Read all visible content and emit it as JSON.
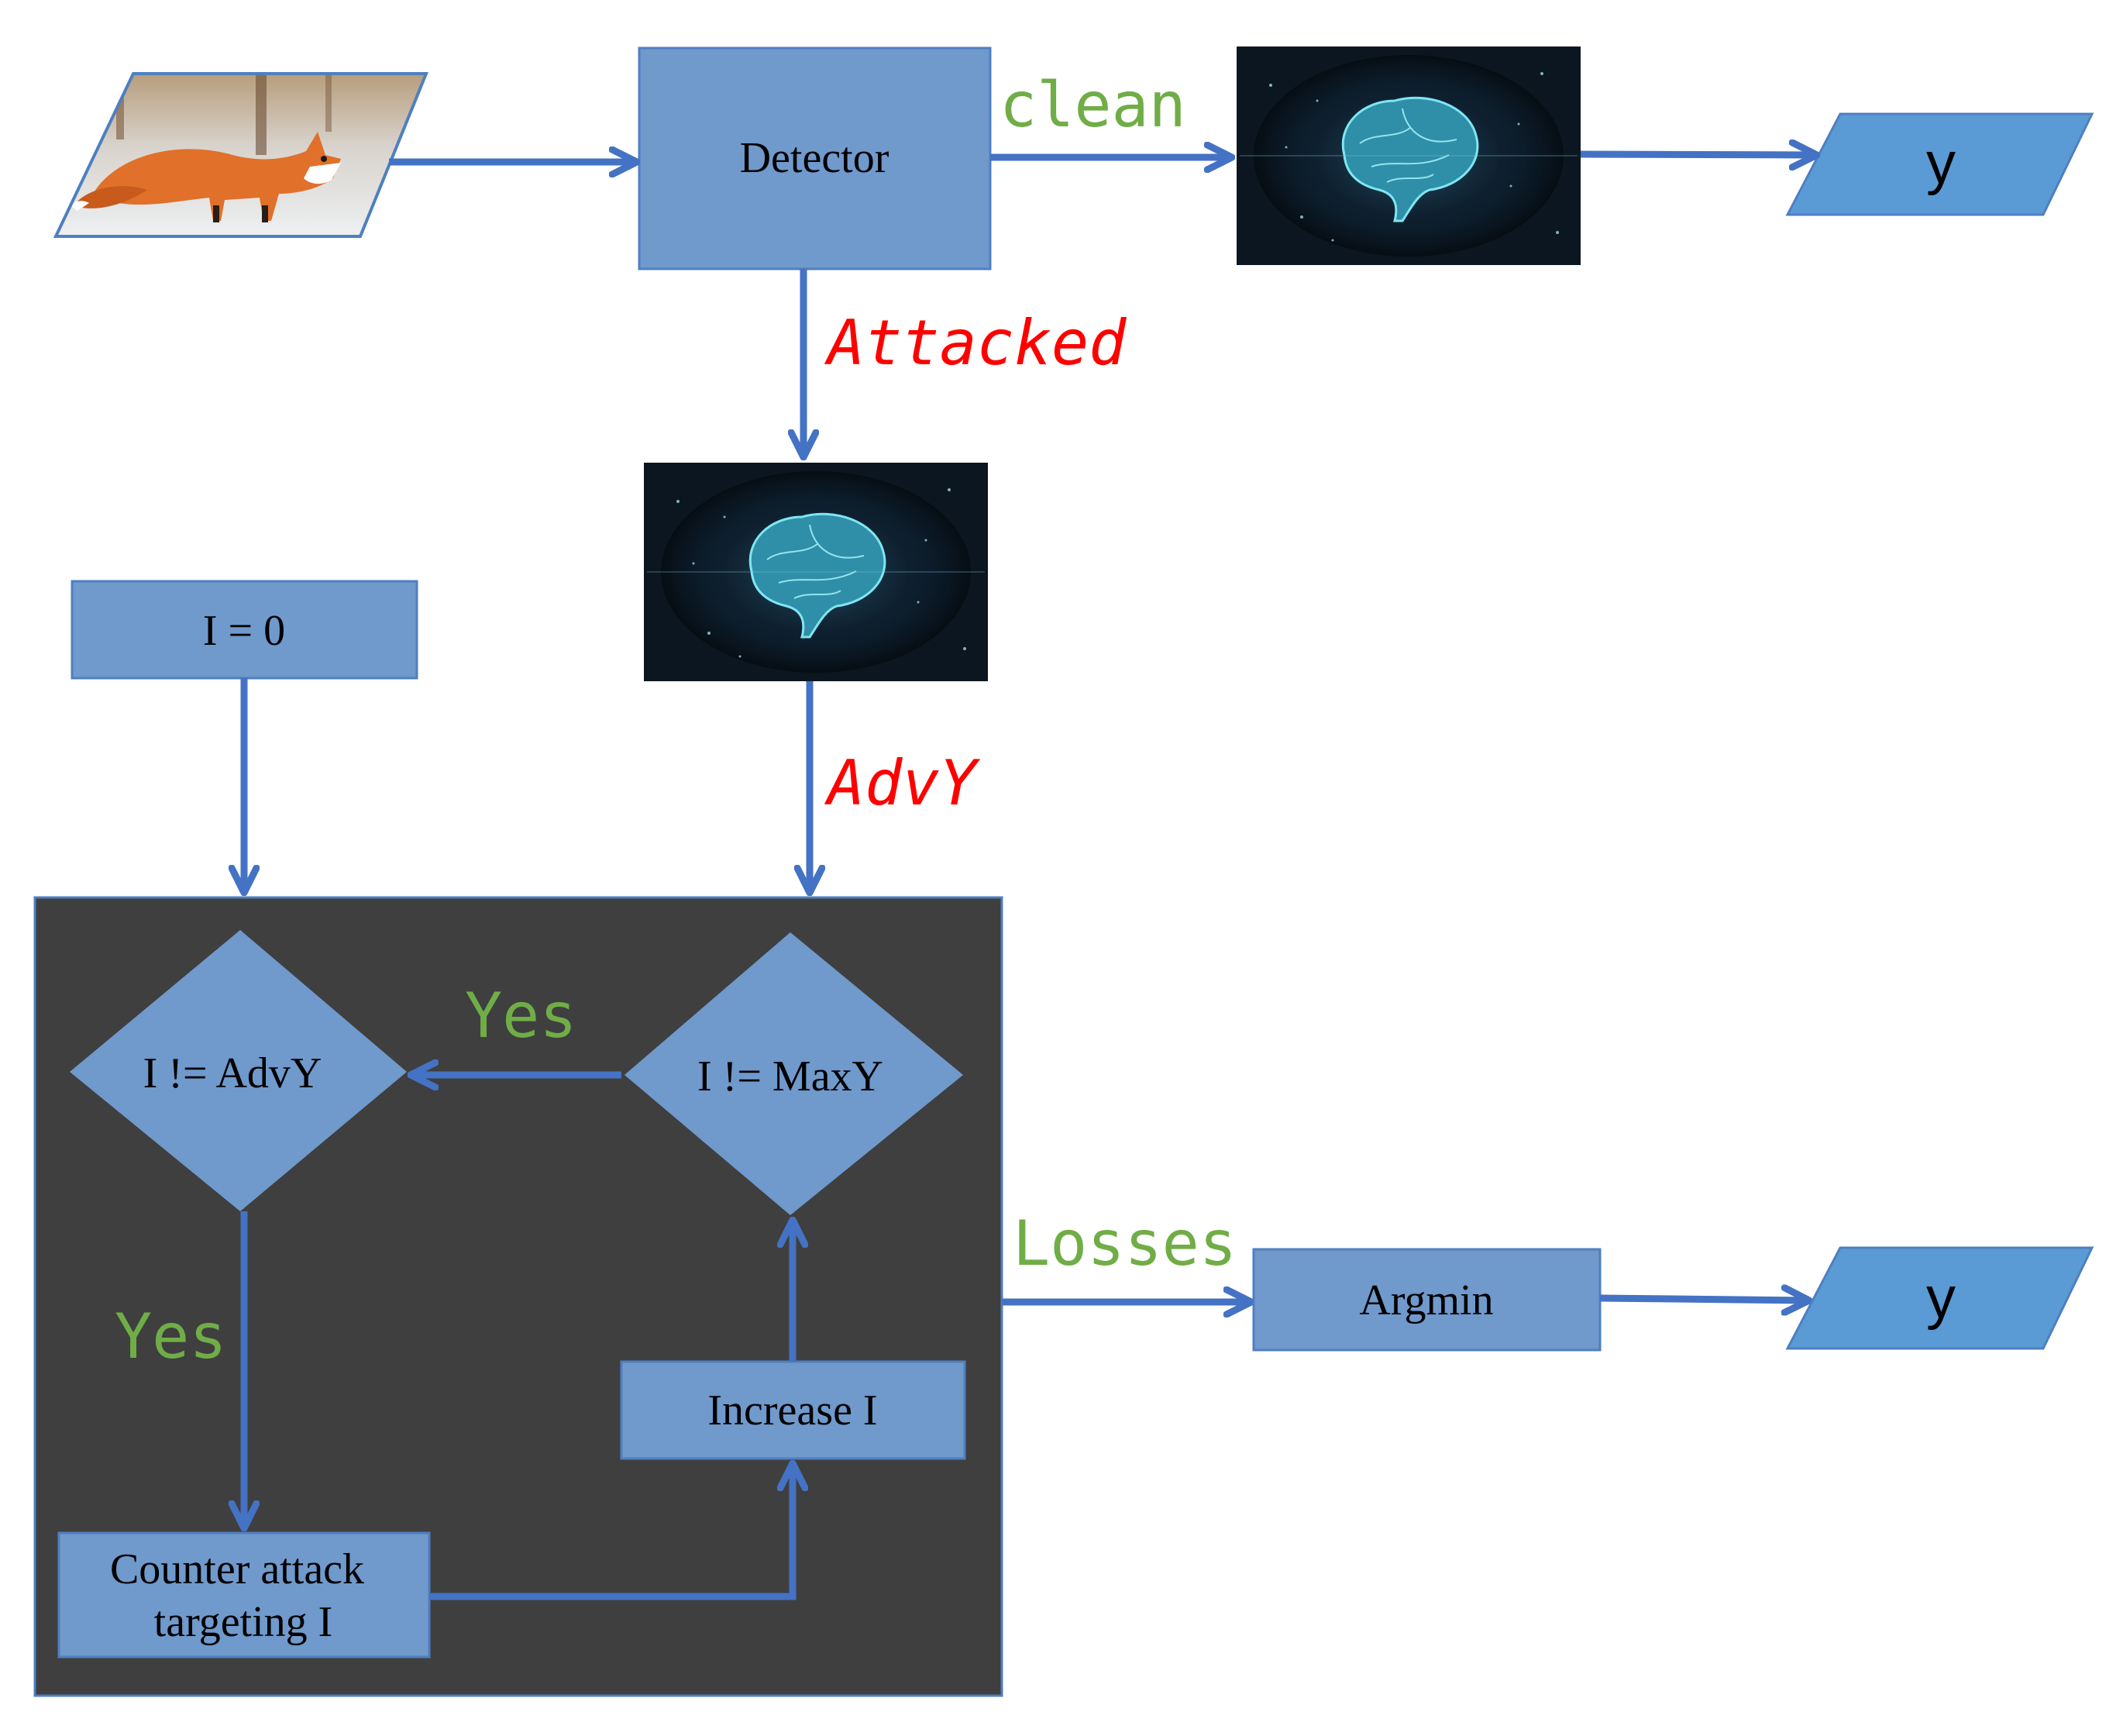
{
  "diagram": {
    "nodes": {
      "input_image": {
        "kind": "fox-photo-parallelogram"
      },
      "detector": {
        "label": "Detector"
      },
      "model_clean": {
        "kind": "brain-image"
      },
      "output_clean": {
        "label": "y"
      },
      "model_attacked": {
        "kind": "brain-image"
      },
      "init": {
        "label": "I = 0"
      },
      "cond_advy": {
        "label": "I != AdvY"
      },
      "cond_maxy": {
        "label": "I != MaxY"
      },
      "counter": {
        "line1": "Counter attack",
        "line2": "targeting I"
      },
      "increase": {
        "label": "Increase I"
      },
      "argmin": {
        "label": "Argmin"
      },
      "output_final": {
        "label": "y"
      }
    },
    "edge_labels": {
      "clean": "clean",
      "attacked": "Attacked",
      "advy": "AdvY",
      "yes_top": "Yes",
      "yes_left": "Yes",
      "losses": "Losses"
    },
    "colors": {
      "box_fill": "#7099cc",
      "box_stroke": "#4f7fc0",
      "arrow": "#4472c4",
      "loop_bg": "#3f3f3f",
      "label_green": "#70ad47",
      "label_red": "#ff0000",
      "output_fill": "#5b9bd5",
      "brain_bg": "#0b1620",
      "brain_glow": "#5fd4e6"
    }
  }
}
